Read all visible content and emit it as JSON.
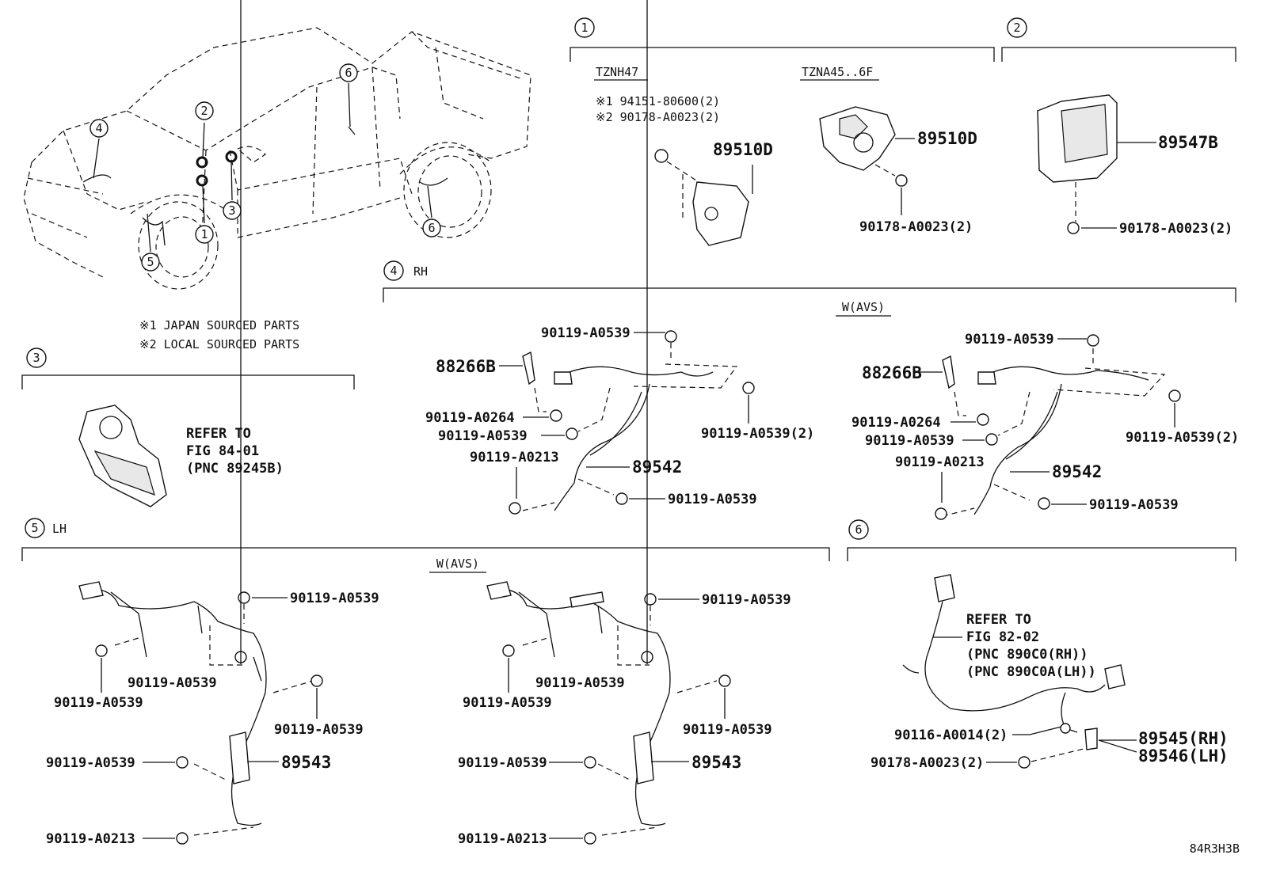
{
  "callouts": [
    "1",
    "2",
    "3",
    "4",
    "5",
    "6"
  ],
  "truck_callouts": [
    "1",
    "2",
    "3",
    "4",
    "5",
    "6",
    "6"
  ],
  "notes": {
    "note1": "※1 JAPAN SOURCED PARTS",
    "note2": "※2 LOCAL SOURCED PARTS"
  },
  "section1": {
    "number": "1",
    "variant_a": "TZNH47",
    "variant_b": "TZNA45..6F",
    "a_line1": "※1 94151-80600(2)",
    "a_line2": "※2 90178-A0023(2)",
    "a_part": "89510D",
    "b_part": "89510D",
    "b_bolt": "90178-A0023(2)"
  },
  "section2": {
    "number": "2",
    "part": "89547B",
    "bolt": "90178-A0023(2)"
  },
  "section3": {
    "number": "3",
    "ref1": "REFER TO",
    "ref2": "FIG 84-01",
    "ref3": "(PNC 89245B)"
  },
  "section4": {
    "number": "4",
    "side": "RH",
    "group": "W(AVS)",
    "left": {
      "b_top": "90119-A0539",
      "bracket": "88266B",
      "b_a0264": "90119-A0264",
      "b_mid": "90119-A0539",
      "b_right2": "90119-A0539(2)",
      "b_a0213": "90119-A0213",
      "sensor": "89542",
      "b_bottom": "90119-A0539"
    },
    "right": {
      "b_top": "90119-A0539",
      "bracket": "88266B",
      "b_a0264": "90119-A0264",
      "b_mid": "90119-A0539",
      "b_right2": "90119-A0539(2)",
      "b_a0213": "90119-A0213",
      "sensor": "89542",
      "b_bottom": "90119-A0539"
    }
  },
  "section5": {
    "number": "5",
    "side": "LH",
    "group": "W(AVS)",
    "left": {
      "b_top": "90119-A0539",
      "b_mid": "90119-A0539",
      "b_left": "90119-A0539",
      "b_right": "90119-A0539",
      "b_lower": "90119-A0539",
      "sensor": "89543",
      "b_a0213": "90119-A0213"
    },
    "right": {
      "b_top": "90119-A0539",
      "b_mid": "90119-A0539",
      "b_left": "90119-A0539",
      "b_right": "90119-A0539",
      "b_lower": "90119-A0539",
      "sensor": "89543",
      "b_a0213": "90119-A0213"
    }
  },
  "section6": {
    "number": "6",
    "ref1": "REFER TO",
    "ref2": "FIG 82-02",
    "ref3": "(PNC 890C0(RH))",
    "ref4": "(PNC 890C0A(LH))",
    "b_a0014": "90116-A0014(2)",
    "b_a0023": "90178-A0023(2)",
    "part_rh": "89545(RH)",
    "part_lh": "89546(LH)"
  },
  "figure_code": "84R3H3B"
}
